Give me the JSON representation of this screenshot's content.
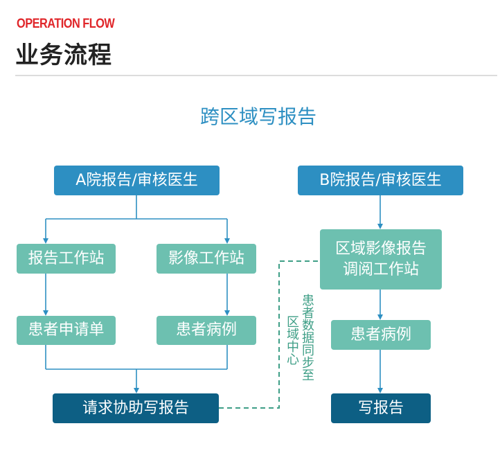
{
  "header": {
    "eyebrow": "OPERATION FLOW",
    "title": "业务流程"
  },
  "diagram": {
    "title": "跨区域写报告",
    "nodes": {
      "a_doctor": "A院报告/审核医生",
      "b_doctor": "B院报告/审核医生",
      "report_station": "报告工作站",
      "imaging_station": "影像工作站",
      "patient_request": "患者申请单",
      "patient_record_a": "患者病例",
      "regional_station_line1": "区域影像报告",
      "regional_station_line2": "调阅工作站",
      "patient_record_b": "患者病例",
      "request_help": "请求协助写报告",
      "write_report": "写报告"
    },
    "sync_label": {
      "column1": "患者数据同步至",
      "column2": "区域中心"
    }
  },
  "colors": {
    "accent_red": "#e0262a",
    "blue": "#2d8fc2",
    "teal": "#6dc0b0",
    "dark_blue": "#0d5f84",
    "connector": "#2d8fc2",
    "dashed_green": "#3e9e86"
  }
}
